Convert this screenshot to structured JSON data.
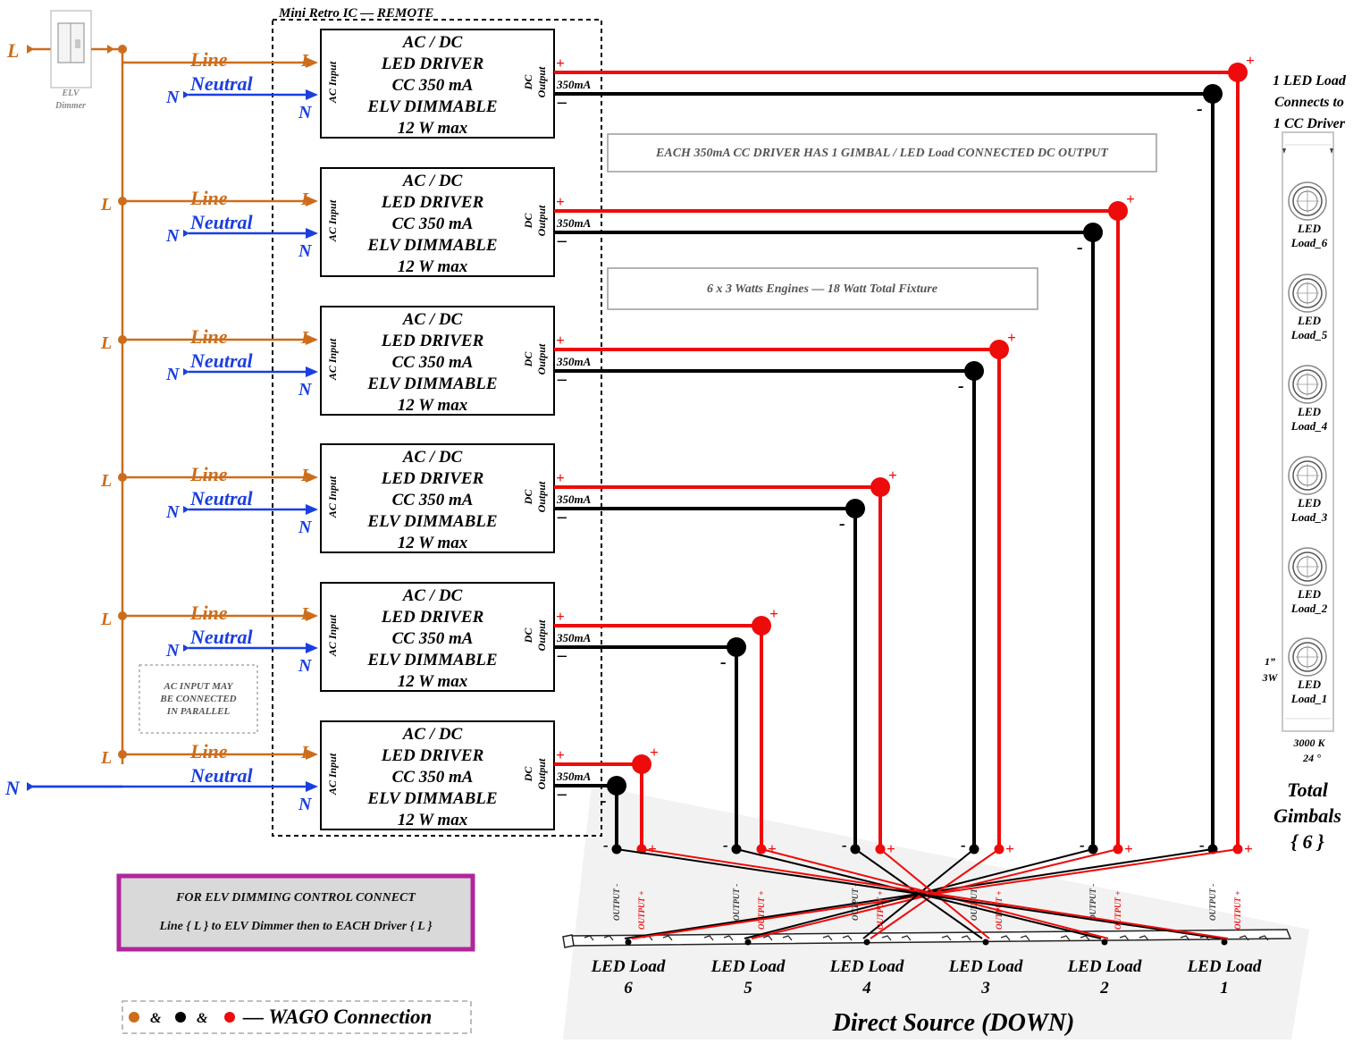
{
  "colors": {
    "line": "#cc6d1c",
    "neutral": "#1a3fe0",
    "positive": "#ee0b0b",
    "negative": "#000000",
    "magenta": "#b0269a"
  },
  "enclosure_title": "Mini Retro IC — REMOTE",
  "input_L": "L",
  "input_N": "N",
  "dimmer": {
    "label_line1": "ELV",
    "label_line2": "Dimmer"
  },
  "branch_L": "L",
  "wire_line_label": "Line",
  "wire_neutral_label": "Neutral",
  "driver": {
    "lines": [
      "AC / DC",
      "LED DRIVER",
      "CC 350 mA",
      "ELV DIMMABLE",
      "12 W max"
    ],
    "ac_input": "AC Input",
    "dc_label": "DC",
    "output_label": "Output",
    "term_L": "L",
    "term_N": "N",
    "current": "350mA",
    "plus": "+",
    "minus": "–"
  },
  "note1": "EACH  350mA CC DRIVER HAS 1 GIMBAL / LED Load CONNECTED DC OUTPUT",
  "note2": "6 x 3 Watts Engines — 18 Watt Total Fixture",
  "parallel_note": [
    "AC INPUT MAY",
    "BE CONNECTED",
    "IN PARALLEL"
  ],
  "elv_box": {
    "line1": "FOR ELV DIMMING CONTROL CONNECT",
    "line2": "Line { L } to ELV Dimmer then to EACH Driver { L }"
  },
  "wago_legend": {
    "amp": "&",
    "dash_text": "— WAGO Connection"
  },
  "fixture_header": [
    "1 LED Load",
    "Connects to",
    "1 CC Driver"
  ],
  "gimbal_labels": [
    [
      "LED",
      "Load_6"
    ],
    [
      "LED",
      "Load_5"
    ],
    [
      "LED",
      "Load_4"
    ],
    [
      "LED",
      "Load_3"
    ],
    [
      "LED",
      "Load_2"
    ],
    [
      "LED",
      "Load_1"
    ]
  ],
  "gimbal_size": [
    "1”",
    "3W"
  ],
  "fixture_spec": [
    "3000 K",
    "24 °"
  ],
  "total_gimbals": [
    "Total",
    "Gimbals",
    "{ 6 }"
  ],
  "output_minus_tag": "OUTPUT -",
  "output_plus_tag": "OUTPUT +",
  "lead_plus": "+",
  "lead_minus": "-",
  "led_loads": [
    {
      "label": "LED Load",
      "num": "6"
    },
    {
      "label": "LED Load",
      "num": "5"
    },
    {
      "label": "LED Load",
      "num": "4"
    },
    {
      "label": "LED Load",
      "num": "3"
    },
    {
      "label": "LED Load",
      "num": "2"
    },
    {
      "label": "LED Load",
      "num": "1"
    }
  ],
  "direct_source": "Direct Source (DOWN)"
}
